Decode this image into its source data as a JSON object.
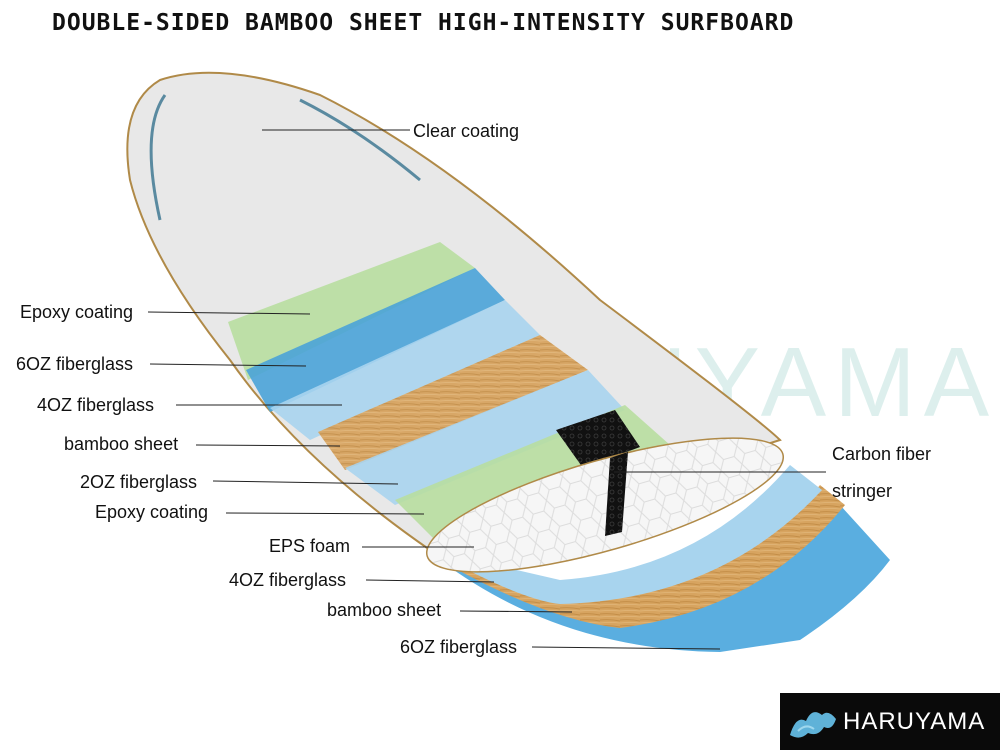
{
  "title": "DOUBLE-SIDED BAMBOO SHEET HIGH-INTENSITY SURFBOARD",
  "watermark": "HARUYAMA",
  "labels": {
    "clear_coating": "Clear coating",
    "epoxy_coating_top": "Epoxy coating",
    "fiberglass_6oz_top": "6OZ fiberglass",
    "fiberglass_4oz_top": "4OZ fiberglass",
    "bamboo_sheet_top": "bamboo sheet",
    "fiberglass_2oz": "2OZ fiberglass",
    "epoxy_coating_mid": "Epoxy coating",
    "eps_foam": "EPS foam",
    "fiberglass_4oz_bottom": "4OZ fiberglass",
    "bamboo_sheet_bottom": "bamboo sheet",
    "fiberglass_6oz_bottom": "6OZ fiberglass",
    "carbon_fiber_line1": "Carbon fiber",
    "carbon_fiber_line2": "stringer"
  },
  "logo": {
    "text": "HARUYAMA"
  },
  "colors": {
    "clear": "#e4e4e4",
    "green": "#b8dea0",
    "blue_dark": "#4aa3d8",
    "blue_light": "#a8d4ee",
    "bamboo": "#d7a460",
    "carbon": "#111111",
    "rail": "#b08a48"
  }
}
